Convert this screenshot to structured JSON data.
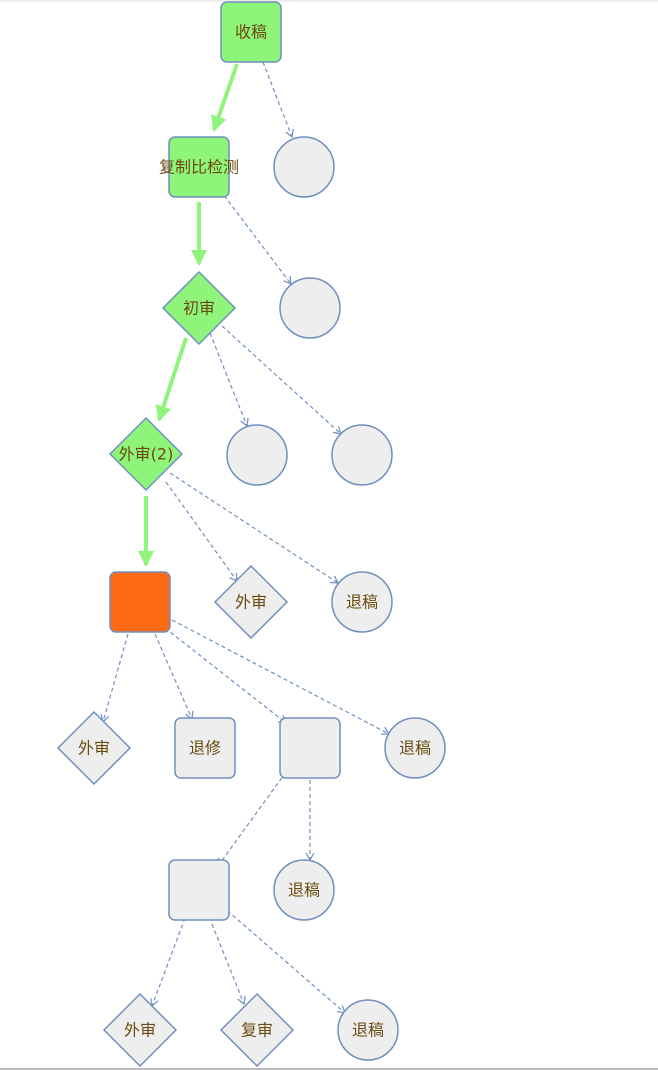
{
  "colors": {
    "active_fill": "#8ef57a",
    "current_fill": "#ff6a14",
    "pending_fill": "#eeeeee",
    "stroke": "#6f8fbf",
    "active_edge": "#8ef57a",
    "pending_edge": "#6f8fbf",
    "label": "#6b4a10"
  },
  "nodes": [
    {
      "id": "n1",
      "shape": "rect",
      "state": "active",
      "label": "收稿"
    },
    {
      "id": "n2",
      "shape": "circle",
      "state": "pending",
      "label": ""
    },
    {
      "id": "n3",
      "shape": "rect",
      "state": "active",
      "label": "复制比检测"
    },
    {
      "id": "n4",
      "shape": "circle",
      "state": "pending",
      "label": ""
    },
    {
      "id": "n5",
      "shape": "diamond",
      "state": "active",
      "label": "初审"
    },
    {
      "id": "n6",
      "shape": "circle",
      "state": "pending",
      "label": ""
    },
    {
      "id": "n7",
      "shape": "circle",
      "state": "pending",
      "label": ""
    },
    {
      "id": "n8",
      "shape": "diamond",
      "state": "active",
      "label": "外审(2)"
    },
    {
      "id": "n9",
      "shape": "rect",
      "state": "current",
      "label": ""
    },
    {
      "id": "n10",
      "shape": "diamond",
      "state": "pending",
      "label": "外审"
    },
    {
      "id": "n11",
      "shape": "circle",
      "state": "pending",
      "label": "退稿"
    },
    {
      "id": "n12",
      "shape": "diamond",
      "state": "pending",
      "label": "外审"
    },
    {
      "id": "n13",
      "shape": "rect",
      "state": "pending",
      "label": "退修"
    },
    {
      "id": "n14",
      "shape": "rect",
      "state": "pending",
      "label": ""
    },
    {
      "id": "n15",
      "shape": "circle",
      "state": "pending",
      "label": "退稿"
    },
    {
      "id": "n16",
      "shape": "rect",
      "state": "pending",
      "label": ""
    },
    {
      "id": "n17",
      "shape": "circle",
      "state": "pending",
      "label": "退稿"
    },
    {
      "id": "n18",
      "shape": "diamond",
      "state": "pending",
      "label": "外审"
    },
    {
      "id": "n19",
      "shape": "diamond",
      "state": "pending",
      "label": "复审"
    },
    {
      "id": "n20",
      "shape": "circle",
      "state": "pending",
      "label": "退稿"
    }
  ],
  "edges": [
    {
      "from": "n1",
      "to": "n3",
      "state": "active"
    },
    {
      "from": "n1",
      "to": "n2",
      "state": "pending"
    },
    {
      "from": "n3",
      "to": "n5",
      "state": "active"
    },
    {
      "from": "n3",
      "to": "n4",
      "state": "pending"
    },
    {
      "from": "n5",
      "to": "n8",
      "state": "active"
    },
    {
      "from": "n5",
      "to": "n6",
      "state": "pending"
    },
    {
      "from": "n5",
      "to": "n7",
      "state": "pending"
    },
    {
      "from": "n8",
      "to": "n9",
      "state": "active"
    },
    {
      "from": "n8",
      "to": "n10",
      "state": "pending"
    },
    {
      "from": "n8",
      "to": "n11",
      "state": "pending"
    },
    {
      "from": "n9",
      "to": "n12",
      "state": "pending"
    },
    {
      "from": "n9",
      "to": "n13",
      "state": "pending"
    },
    {
      "from": "n9",
      "to": "n14",
      "state": "pending"
    },
    {
      "from": "n9",
      "to": "n15",
      "state": "pending"
    },
    {
      "from": "n14",
      "to": "n16",
      "state": "pending"
    },
    {
      "from": "n14",
      "to": "n17",
      "state": "pending"
    },
    {
      "from": "n16",
      "to": "n18",
      "state": "pending"
    },
    {
      "from": "n16",
      "to": "n19",
      "state": "pending"
    },
    {
      "from": "n16",
      "to": "n20",
      "state": "pending"
    }
  ]
}
